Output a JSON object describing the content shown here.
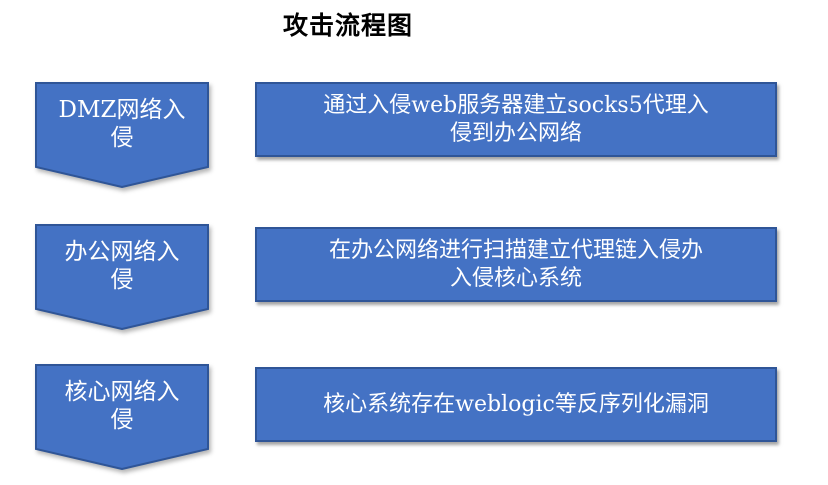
{
  "title": "攻击流程图",
  "colors": {
    "shape_fill": "#4472C4",
    "shape_border": "#2F5597",
    "shape_text": "#FFFFFF",
    "title_text": "#000000",
    "background": "#FFFFFF"
  },
  "steps": [
    {
      "stage": "DMZ网络入\n侵",
      "description": "通过入侵web服务器建立socks5代理入\n侵到办公网络"
    },
    {
      "stage": "办公网络入\n侵",
      "description": "在办公网络进行扫描建立代理链入侵办\n入侵核心系统"
    },
    {
      "stage": "核心网络入\n侵",
      "description": "核心系统存在weblogic等反序列化漏洞"
    }
  ]
}
